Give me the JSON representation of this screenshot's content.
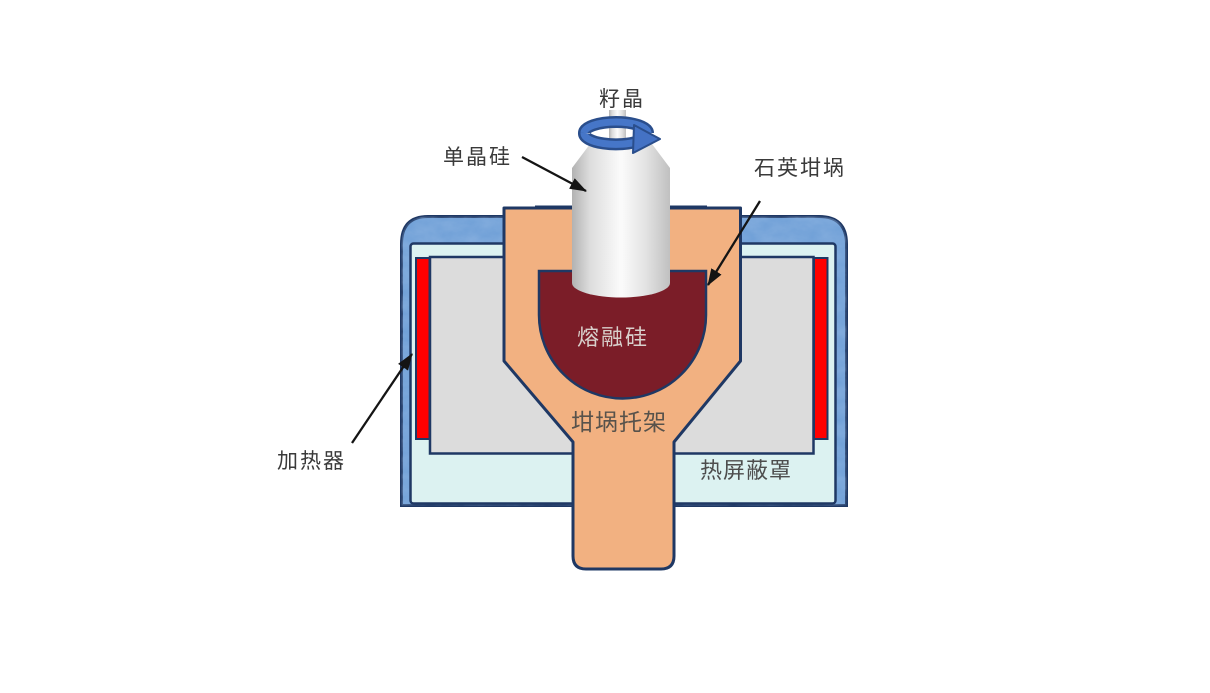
{
  "diagram": {
    "labels": {
      "seed_crystal": "籽晶",
      "mono_silicon": "单晶硅",
      "quartz_crucible": "石英坩埚",
      "molten_silicon": "熔融硅",
      "crucible_support": "坩埚托架",
      "heater": "加热器",
      "heat_shield": "热屏蔽罩"
    },
    "colors": {
      "vessel_blue": "#6D9ED6",
      "navy_border": "#1F3864",
      "shield_cyan": "#DCF2F1",
      "susceptor_gray": "#DCDCDC",
      "heater_red": "#FF0000",
      "crucible_tan": "#F2B181",
      "crucible_rim_cream": "#FCF2D0",
      "melt_maroon": "#7B1D28",
      "rotation_arrow_blue": "#4472C4",
      "rotation_arrow_dark": "#2A4E8C",
      "annotation_arrow_black": "#141414"
    }
  }
}
